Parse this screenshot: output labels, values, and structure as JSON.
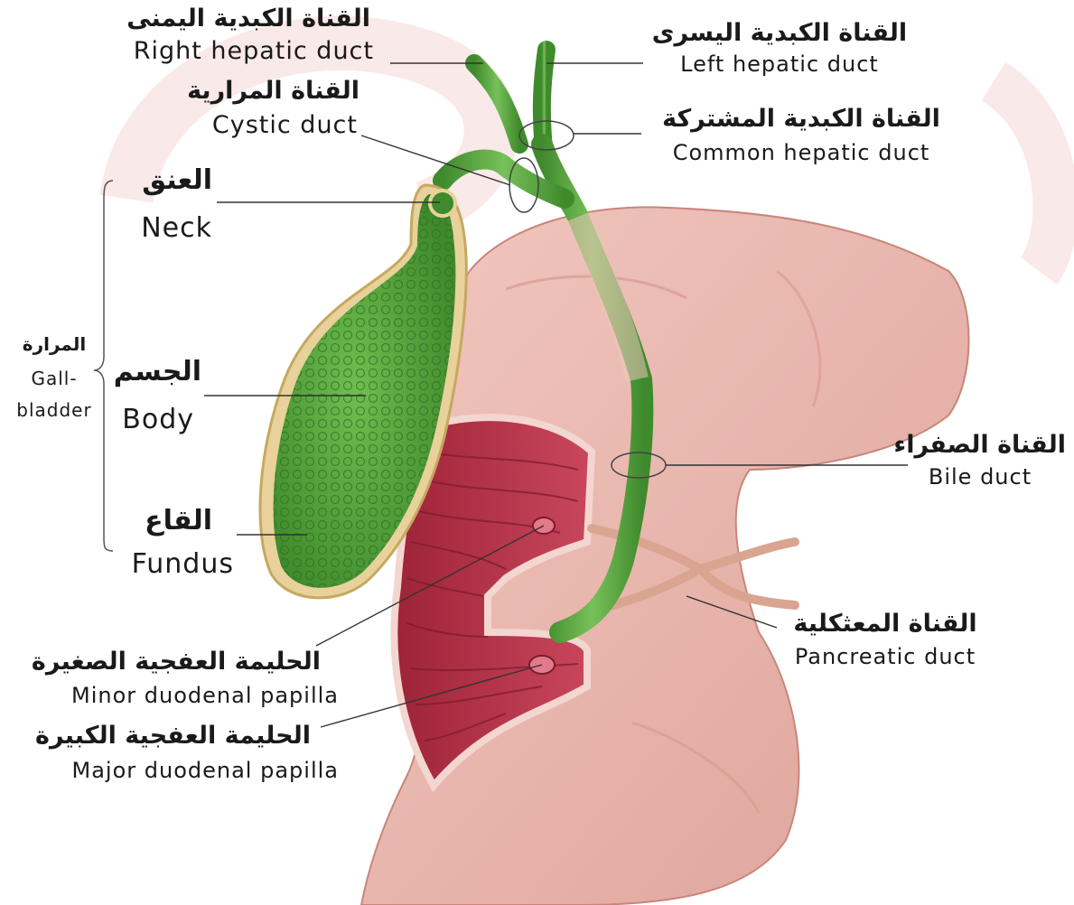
{
  "labels": {
    "right_hepatic_duct": {
      "ar": "القناة الكبدية اليمنى",
      "en": "Right hepatic duct"
    },
    "left_hepatic_duct": {
      "ar": "القناة الكبدية اليسرى",
      "en": "Left hepatic duct"
    },
    "cystic_duct": {
      "ar": "القناة المرارية",
      "en": "Cystic duct"
    },
    "common_hepatic_duct": {
      "ar": "القناة الكبدية المشتركة",
      "en": "Common hepatic duct"
    },
    "neck": {
      "ar": "العنق",
      "en": "Neck"
    },
    "gallbladder": {
      "ar": "المرارة",
      "en_line1": "Gall-",
      "en_line2": "bladder"
    },
    "body": {
      "ar": "الجسم",
      "en": "Body"
    },
    "fundus": {
      "ar": "القاع",
      "en": "Fundus"
    },
    "bile_duct": {
      "ar": "القناة الصفراء",
      "en": "Bile duct"
    },
    "pancreatic_duct": {
      "ar": "القناة المعثكلية",
      "en": "Pancreatic duct"
    },
    "minor_duodenal_papilla": {
      "ar": "الحليمة العفجية الصغيرة",
      "en": "Minor duodenal papilla"
    },
    "major_duodenal_papilla": {
      "ar": "الحليمة العفجية الكبيرة",
      "en": "Major duodenal papilla"
    }
  },
  "colors": {
    "gallbladder_green": "#4f9a3a",
    "duct_green": "#5aa24a",
    "duodenum_pink": "#e9b7ad",
    "mucosa_red": "#b8324a",
    "watermark": "#f6d7d7"
  }
}
